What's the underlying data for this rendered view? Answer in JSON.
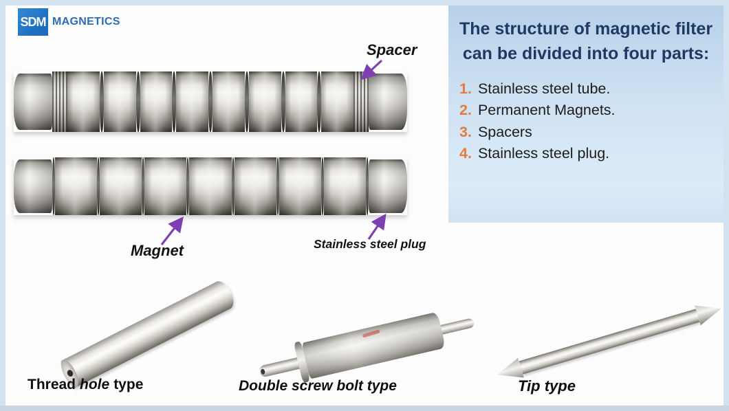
{
  "colors": {
    "accent_navy": "#1f3864",
    "accent_orange": "#e8793a",
    "arrow_purple": "#7d3fb2",
    "frame_blue": "#d3e2f1",
    "frame_bottom": "#c9d5e0",
    "logo_blue": "#1d6fbd",
    "panel_top": "#b7d1e9",
    "panel_mid": "#cfe2f3",
    "panel_bottom": "#dcebf8"
  },
  "logo": {
    "square_text": "SDM",
    "brand": "MAGNETICS"
  },
  "info_panel": {
    "heading": "The structure of magnetic filter can be divided into four parts:",
    "items": [
      {
        "num": "1.",
        "text": "Stainless steel tube."
      },
      {
        "num": "2.",
        "text": "Permanent Magnets."
      },
      {
        "num": "3.",
        "text": "Spacers"
      },
      {
        "num": "4.",
        "text": "Stainless steel plug."
      }
    ]
  },
  "diagram": {
    "spacer_label": "Spacer",
    "magnet_label": "Magnet",
    "plug_label": "Stainless steel plug"
  },
  "products": {
    "thread_hole": {
      "word1": "Thread",
      "word2": "hole",
      "word3": "type"
    },
    "double_screw": {
      "label": "Double screw bolt type"
    },
    "tip": {
      "label": "Tip type"
    }
  }
}
